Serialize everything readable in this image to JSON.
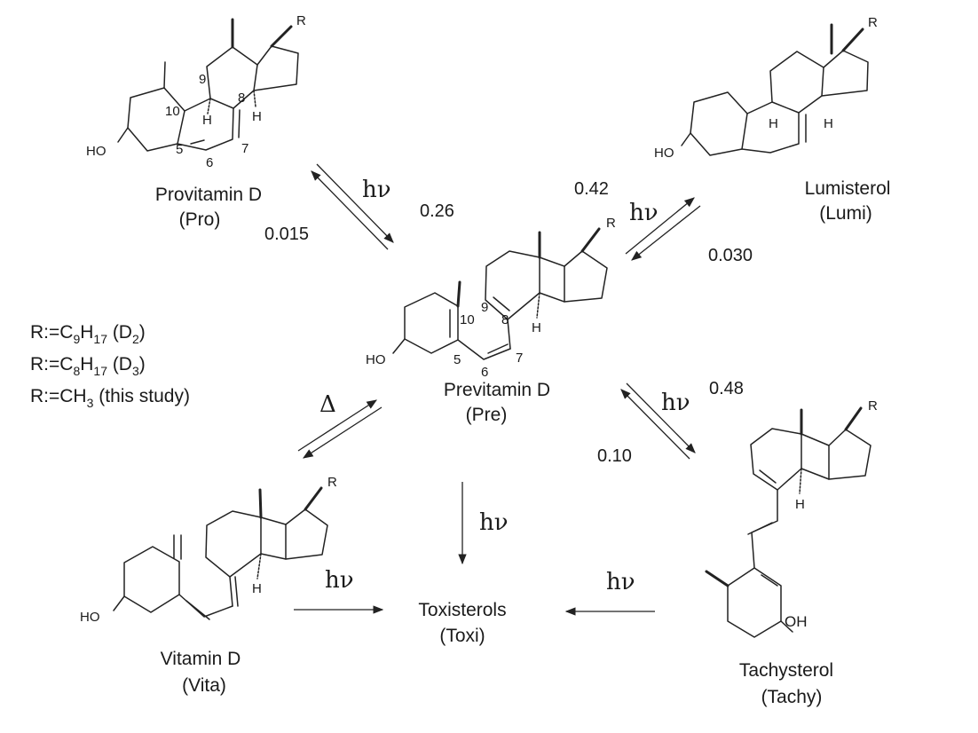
{
  "compounds": {
    "provitamin": {
      "name": "Provitamin D",
      "abbr": "(Pro)"
    },
    "lumisterol": {
      "name": "Lumisterol",
      "abbr": "(Lumi)"
    },
    "previtamin": {
      "name": "Previtamin D",
      "abbr": "(Pre)"
    },
    "vitamin": {
      "name": "Vitamin D",
      "abbr": "(Vita)"
    },
    "toxisterols": {
      "name": "Toxisterols",
      "abbr": "(Toxi)"
    },
    "tachysterol": {
      "name": "Tachysterol",
      "abbr": "(Tachy)"
    }
  },
  "atoms": {
    "r": "R",
    "ho": "HO",
    "oh": "OH",
    "h": "H"
  },
  "numbering": {
    "n5": "5",
    "n6": "6",
    "n7": "7",
    "n8": "8",
    "n9": "9",
    "n10": "10"
  },
  "quantum_yields": {
    "pro_to_pre": "0.26",
    "pre_to_pro": "0.015",
    "pre_to_lumi": "0.42",
    "lumi_to_pre": "0.030",
    "pre_to_tachy": "0.48",
    "tachy_to_pre": "0.10"
  },
  "symbols": {
    "hv": "hν",
    "delta": "Δ"
  },
  "legend": [
    {
      "prefix": "R:=C",
      "sub1": "9",
      "mid": "H",
      "sub2": "17",
      "suffix": " (D",
      "sub3": "2",
      "end": ")"
    },
    {
      "prefix": "R:=C",
      "sub1": "8",
      "mid": "H",
      "sub2": "17",
      "suffix": " (D",
      "sub3": "3",
      "end": ")"
    },
    {
      "prefix": "R:=CH",
      "sub1": "3",
      "mid": "",
      "sub2": "",
      "suffix": " (this study)",
      "sub3": "",
      "end": ""
    }
  ]
}
